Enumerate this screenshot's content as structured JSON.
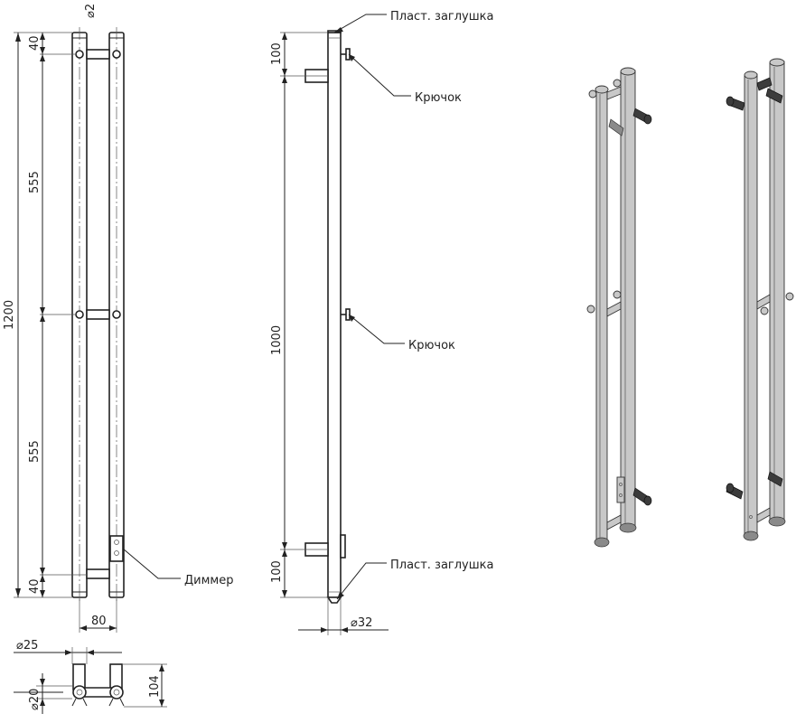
{
  "front_view": {
    "dims": {
      "total_height": "1200",
      "top_offset": "40",
      "upper_span": "555",
      "lower_span": "555",
      "bottom_offset": "40",
      "width": "80",
      "tube_diameter_top": "⌀2"
    }
  },
  "side_view": {
    "dims": {
      "top_hook": "100",
      "middle": "1000",
      "bottom_hook": "100",
      "diameter": "⌀32"
    },
    "labels": {
      "cap_top": "Пласт. заглушка",
      "hook_top": "Крючок",
      "hook_middle": "Крючок",
      "cap_bottom": "Пласт. заглушка"
    }
  },
  "dimmer_label": "Диммер",
  "top_view": {
    "dims": {
      "outer_diameter": "⌀25",
      "inner_diameter": "⌀20",
      "depth": "104"
    }
  },
  "colors": {
    "line": "#222222",
    "metal": "#c8c8c8",
    "metal_shade": "#8a8a8a",
    "rubber": "#3c3c3c"
  }
}
